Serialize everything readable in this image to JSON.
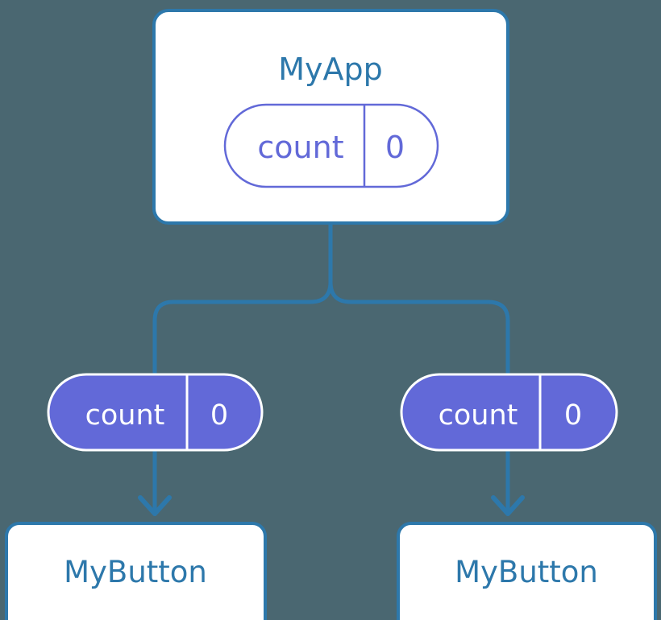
{
  "diagram": {
    "title_visible": false,
    "type": "component-tree",
    "background_color": "#4a6771",
    "stroke_color": "#2d78ab",
    "accent_color": "#6269d8",
    "card_fill": "#ffffff",
    "pill_text_light": "#ffffff"
  },
  "root": {
    "label": "MyApp",
    "state_pill": {
      "key": "count",
      "value": "0",
      "style": "outline"
    }
  },
  "branches": [
    {
      "side": "left",
      "prop_pill": {
        "key": "count",
        "value": "0",
        "style": "filled"
      },
      "child": {
        "label": "MyButton"
      }
    },
    {
      "side": "right",
      "prop_pill": {
        "key": "count",
        "value": "0",
        "style": "filled"
      },
      "child": {
        "label": "MyButton"
      }
    }
  ],
  "connectors": {
    "trunk": "vertical-from-root",
    "split": "rounded-tee",
    "arrows": "down-chevron"
  }
}
